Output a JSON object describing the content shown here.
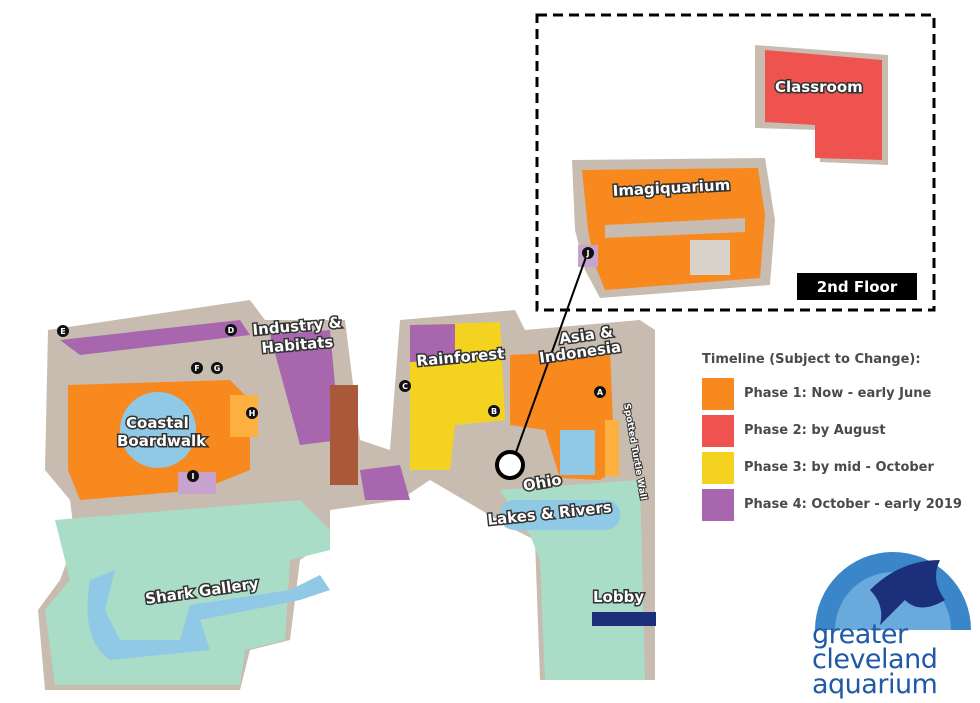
{
  "map": {
    "areas": {
      "classroom": "Classroom",
      "imagiquarium": "Imagiquarium",
      "industry_1": "Industry &",
      "industry_2": "Habitats",
      "rainforest": "Rainforest",
      "asia_1": "Asia &",
      "asia_2": "Indonesia",
      "coastal_1": "Coastal",
      "coastal_2": "Boardwalk",
      "turtle_wall": "Spotted Turtle Wall",
      "ohio_1": "Ohio",
      "ohio_2": "Lakes & Rivers",
      "shark": "Shark Gallery",
      "lobby": "Lobby"
    },
    "markers": [
      "A",
      "B",
      "C",
      "D",
      "E",
      "F",
      "G",
      "H",
      "I",
      "J"
    ],
    "floor_badge": "2nd Floor"
  },
  "legend": {
    "title": "Timeline (Subject to Change):",
    "items": [
      {
        "label": "Phase 1: Now - early June",
        "color": "#f7891f"
      },
      {
        "label": "Phase 2: by August",
        "color": "#ef5350"
      },
      {
        "label": "Phase 3: by mid - October",
        "color": "#f4d320"
      },
      {
        "label": "Phase 4: October - early 2019",
        "color": "#a766ad"
      }
    ]
  },
  "logo": {
    "line1": "greater",
    "line2": "cleveland",
    "line3": "aquarium"
  }
}
